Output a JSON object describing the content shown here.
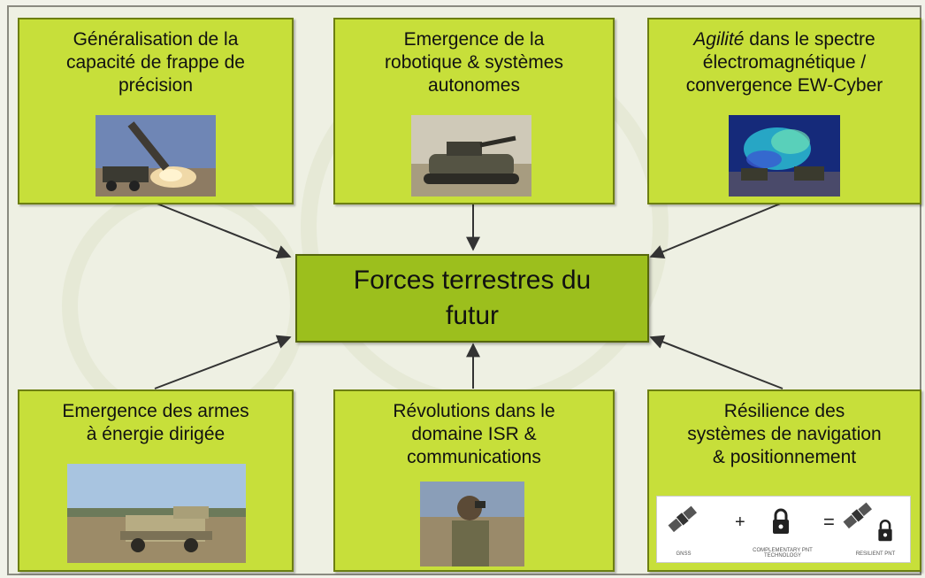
{
  "center": {
    "line1": "Forces terrestres du",
    "line2": "futur"
  },
  "boxes": [
    {
      "id": "frappe",
      "lines": [
        "Généralisation de la",
        "capacité de frappe de",
        "précision"
      ]
    },
    {
      "id": "robotique",
      "lines": [
        "Emergence de la",
        "robotique & systèmes",
        "autonomes"
      ]
    },
    {
      "id": "ew",
      "italic": "Agilité",
      "line1_rest": " dans le spectre",
      "lines": [
        "électromagnétique /",
        "convergence EW-Cyber"
      ]
    },
    {
      "id": "energie",
      "lines": [
        "Emergence des armes",
        "à énergie dirigée"
      ]
    },
    {
      "id": "isr",
      "lines": [
        "Révolutions dans le",
        "domaine ISR &",
        "communications"
      ]
    },
    {
      "id": "navigation",
      "lines": [
        "Résilience des",
        "systèmes de navigation",
        "& positionnement"
      ]
    }
  ],
  "pnt_graphic": {
    "plus": "+",
    "equals": "=",
    "labels": [
      "GNSS",
      "COMPLEMENTARY PNT TECHNOLOGY",
      "RESILIENT PNT"
    ]
  }
}
